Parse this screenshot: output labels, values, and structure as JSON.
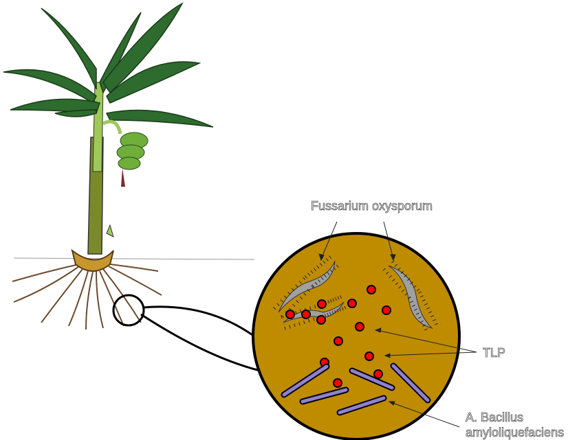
{
  "labels": {
    "fungus": "Fussarium oxysporum",
    "protein": "TLP",
    "bacteria_line1": "A. Bacillus",
    "bacteria_line2": "amyloliquefaciens"
  },
  "colors": {
    "soil": "#bf8c00",
    "fungus": "#a0a0a0",
    "tlp": "#ff0000",
    "bacteria": "#9080d0",
    "leaf": "#2e6b2e",
    "stem": "#8db04a",
    "root": "#7a5a3a"
  },
  "icons": [
    "banana-plant-icon",
    "root-zone-magnifier-icon"
  ]
}
